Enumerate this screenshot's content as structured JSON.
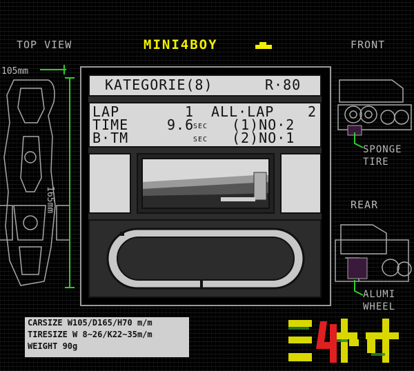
{
  "header": {
    "top_view": "TOP VIEW",
    "title": "MINI4BOY",
    "front": "FRONT",
    "rear": "REAR"
  },
  "dimensions": {
    "width": "105mm",
    "length": "165mm"
  },
  "race": {
    "category": "KATEGORIE(8)",
    "round": "R·80",
    "lap_label": "LAP",
    "lap_value": "1",
    "all_lap_label": "ALL·LAP",
    "all_lap_value": "2",
    "time_label": "TIME",
    "time_value": "9.6",
    "sec_unit": "SEC",
    "rank1": "(1)NO·2",
    "best_label": "B·TM",
    "rank2": "(2)NO·1"
  },
  "parts": {
    "front_part": "SPONGE TIRE",
    "rear_part": "ALUMI WHEEL"
  },
  "specs": {
    "carsize": "CARSIZE W105/D165/H70 m/m",
    "tiresize": "TIRESIZE W 8~26/K22~35m/m",
    "weight": "WEIGHT 90g"
  },
  "logo": {
    "text": "ミ4ド4"
  },
  "colors": {
    "title": "#f0f000",
    "accent": "#2ecc2e",
    "part_highlight": "#3a1a3a"
  }
}
